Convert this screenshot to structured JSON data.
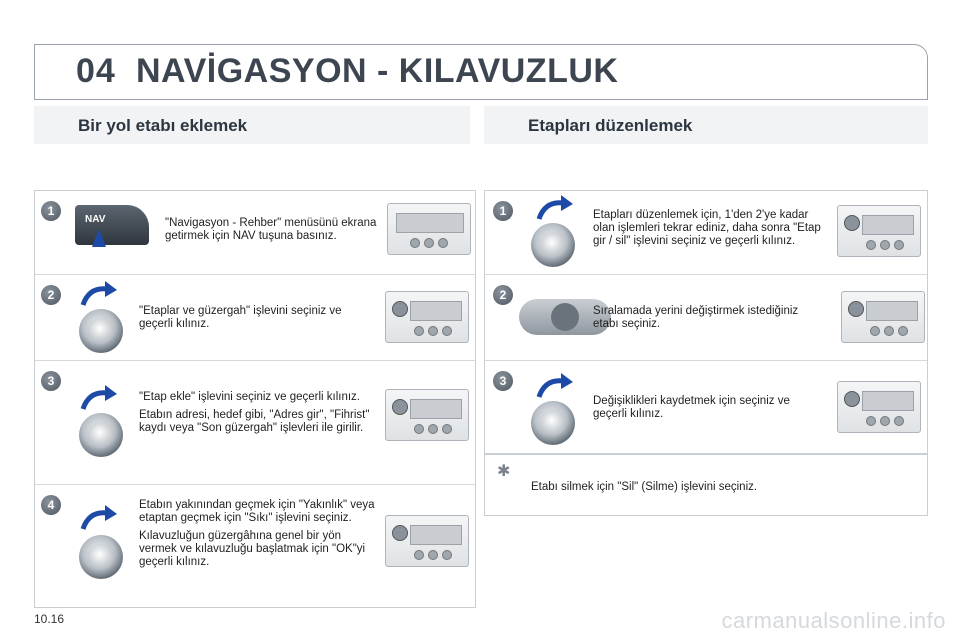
{
  "header": {
    "chapter": "04",
    "title": "NAVİGASYON - KILAVUZLUK"
  },
  "left": {
    "title": "Bir yol etabı eklemek",
    "steps": [
      {
        "num": "1",
        "text": [
          "\"Navigasyon - Rehber\" menüsünü ekrana getirmek için NAV tuşuna basınız."
        ]
      },
      {
        "num": "2",
        "text": [
          "\"Etaplar ve güzergah\" işlevini seçiniz ve geçerli kılınız."
        ]
      },
      {
        "num": "3",
        "text": [
          "\"Etap ekle\" işlevini seçiniz ve geçerli kılınız.",
          "Etabın adresi, hedef gibi, \"Adres gir\", \"Fihrist\" kaydı veya \"Son güzergah\" işlevleri ile girilir."
        ]
      },
      {
        "num": "4",
        "text": [
          "Etabın yakınından geçmek için \"Yakınlık\" veya etaptan geçmek için \"Sıkı\" işlevini seçiniz.",
          "Kılavuzluğun güzergâhına genel bir yön vermek ve kılavuzluğu başlatmak için \"OK\"yi geçerli kılınız."
        ]
      }
    ],
    "nav_label": "NAV"
  },
  "right": {
    "title": "Etapları düzenlemek",
    "steps": [
      {
        "num": "1",
        "text": [
          "Etapları düzenlemek için, 1'den 2'ye kadar olan işlemleri tekrar ediniz, daha sonra \"Etap gir / sil\" işlevini seçiniz ve geçerli kılınız."
        ]
      },
      {
        "num": "2",
        "text": [
          "Sıralamada yerini değiştirmek istediğiniz etabı seçiniz."
        ]
      },
      {
        "num": "3",
        "text": [
          "Değişiklikleri kaydetmek için seçiniz ve geçerli kılınız."
        ]
      }
    ],
    "tip": "Etabı silmek için \"Sil\" (Silme) işlevini seçiniz."
  },
  "footer": {
    "page": "10.16",
    "watermark": "carmanualsonline.info"
  },
  "colors": {
    "accent": "#1d4aa6",
    "heading": "#3d4650"
  }
}
